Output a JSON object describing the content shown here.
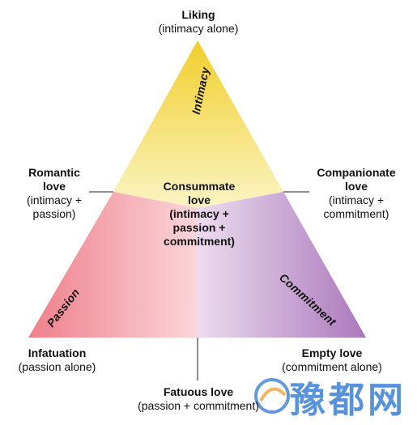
{
  "nodes": {
    "liking": {
      "title": "Liking",
      "sub": "(intimacy alone)"
    },
    "romantic": {
      "title": "Romantic",
      "title2": "love",
      "sub": "(intimacy +",
      "sub2": "passion)"
    },
    "companionate": {
      "title": "Companionate",
      "title2": "love",
      "sub": "(intimacy +",
      "sub2": "commitment)"
    },
    "consummate": {
      "line1": "Consummate",
      "line2": "love",
      "line3": "(intimacy +",
      "line4": "passion +",
      "line5": "commitment)"
    },
    "infatuation": {
      "title": "Infatuation",
      "sub": "(passion alone)"
    },
    "empty": {
      "title": "Empty love",
      "sub": "(commitment alone)"
    },
    "fatuous": {
      "title": "Fatuous love",
      "sub": "(passion + commitment)"
    }
  },
  "sides": {
    "intimacy": "Intimacy",
    "passion": "Passion",
    "commitment": "Commitment"
  },
  "watermark": {
    "text": "豫都网"
  },
  "colors": {
    "intimacy_top": "#f2d43a",
    "intimacy_bottom": "#fbf3b8",
    "passion": "#f08a92",
    "passion_light": "#fbd2d6",
    "commitment": "#b88ac4",
    "commitment_light": "#e7d3ec",
    "watermark": "#3a7fd8"
  }
}
